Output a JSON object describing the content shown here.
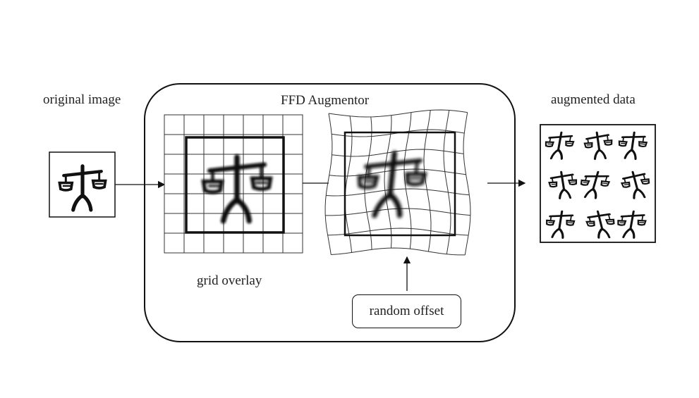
{
  "labels": {
    "original_image": "original image",
    "augmentor_title": "FFD Augmentor",
    "augmented_data": "augmented data",
    "grid_overlay": "grid overlay",
    "random_offset": "random offset"
  },
  "colors": {
    "stroke": "#111111",
    "grid": "#333333",
    "background": "#ffffff"
  },
  "icons": {
    "glyph": "balance-scale-character-icon"
  },
  "augmented_samples_count": 9
}
